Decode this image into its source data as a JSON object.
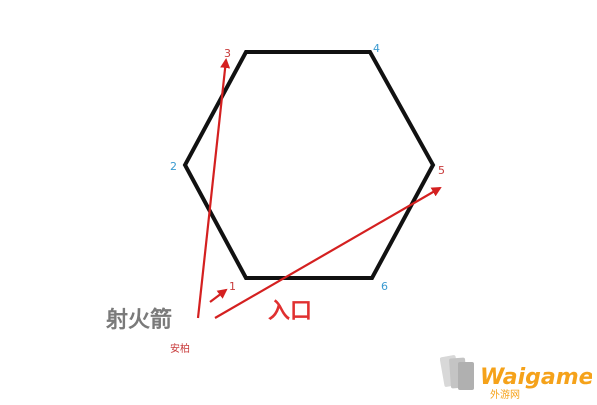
{
  "colors": {
    "hexagon": "#111111",
    "arrow": "#d42020",
    "label_red": "#c83a3a",
    "label_blue": "#3a9ad0",
    "label_gray": "#7a7a7a",
    "label_entrance": "#e03030",
    "logo_orange": "#f5a21a",
    "logo_gray": "#bdbdbd"
  },
  "vertices": {
    "v1": "1",
    "v2": "2",
    "v3": "3",
    "v4": "4",
    "v5": "5",
    "v6": "6"
  },
  "labels": {
    "rocket": "射火箭",
    "entrance": "入口",
    "anbai": "安柏"
  },
  "watermark": {
    "brand": "Waigamer",
    "site": "外游网"
  }
}
